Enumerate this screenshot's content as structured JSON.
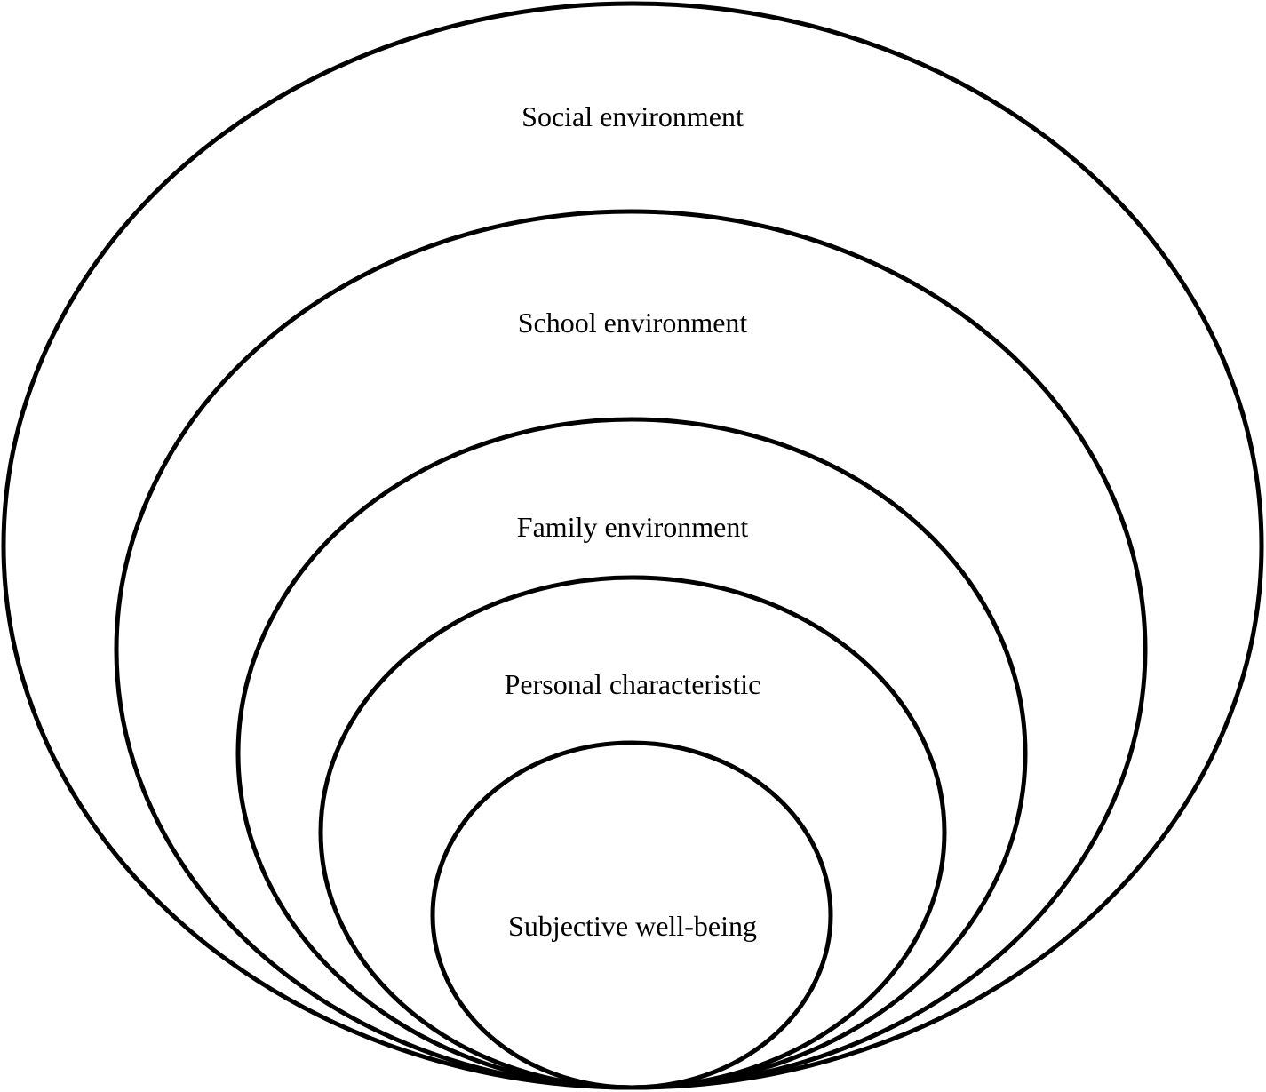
{
  "diagram": {
    "rings": [
      {
        "label": "Social environment"
      },
      {
        "label": "School environment"
      },
      {
        "label": "Family environment"
      },
      {
        "label": "Personal characteristic"
      },
      {
        "label": "Subjective well-being"
      }
    ],
    "stroke_color": "#000000",
    "background_color": "#ffffff"
  }
}
